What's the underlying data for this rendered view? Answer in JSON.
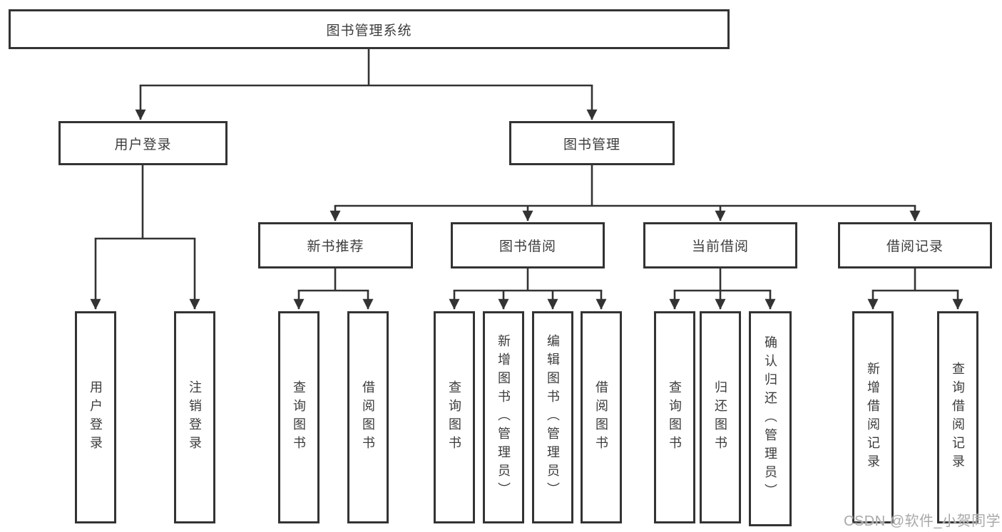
{
  "watermark": "CSDN @软件_小贺同学",
  "colors": {
    "line": "#333333",
    "box_border": "#333333",
    "text": "#3c3c3c",
    "watermark": "#a9a9a9",
    "background": "#ffffff"
  },
  "tree": {
    "label": "图书管理系统",
    "children": [
      {
        "label": "用户登录",
        "children": [
          {
            "label": "用户登录"
          },
          {
            "label": "注销登录"
          }
        ]
      },
      {
        "label": "图书管理",
        "children": [
          {
            "label": "新书推荐",
            "children": [
              {
                "label": "查询图书"
              },
              {
                "label": "借阅图书"
              }
            ]
          },
          {
            "label": "图书借阅",
            "children": [
              {
                "label": "查询图书"
              },
              {
                "label": "新增图书（管理员）"
              },
              {
                "label": "编辑图书（管理员）"
              },
              {
                "label": "借阅图书"
              }
            ]
          },
          {
            "label": "当前借阅",
            "children": [
              {
                "label": "查询图书"
              },
              {
                "label": "归还图书"
              },
              {
                "label": "确认归还（管理员）"
              }
            ]
          },
          {
            "label": "借阅记录",
            "children": [
              {
                "label": "新增借阅记录"
              },
              {
                "label": "查询借阅记录"
              }
            ]
          }
        ]
      }
    ]
  }
}
